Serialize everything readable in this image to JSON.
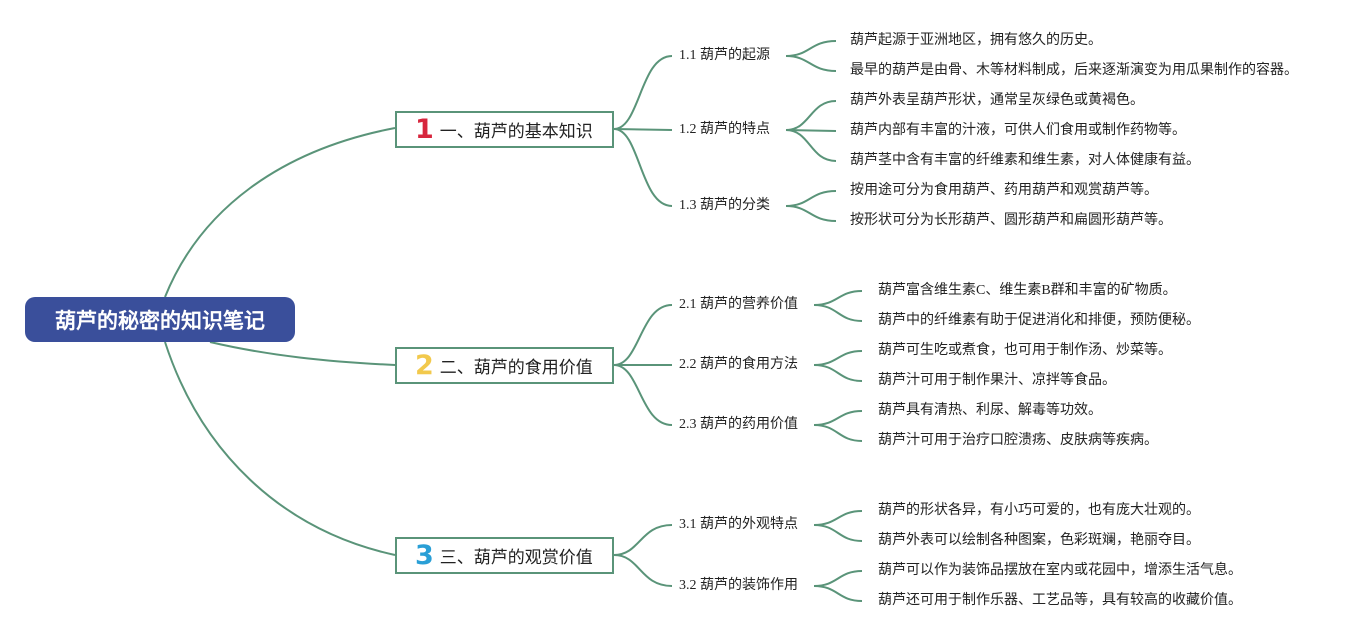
{
  "colors": {
    "line": "#5a9479",
    "root_bg": "#3a4f9b",
    "root_text": "#ffffff",
    "num1": "#d7263d",
    "num2": "#f2c94c",
    "num3": "#2a9fd6"
  },
  "root": {
    "label": "葫芦的秘密的知识笔记"
  },
  "branches": [
    {
      "num": "1",
      "label": "一、葫芦的基本知识",
      "subs": [
        {
          "label": "1.1 葫芦的起源",
          "leaves": [
            "葫芦起源于亚洲地区，拥有悠久的历史。",
            "最早的葫芦是由骨、木等材料制成，后来逐渐演变为用瓜果制作的容器。"
          ]
        },
        {
          "label": "1.2 葫芦的特点",
          "leaves": [
            "葫芦外表呈葫芦形状，通常呈灰绿色或黄褐色。",
            "葫芦内部有丰富的汁液，可供人们食用或制作药物等。",
            "葫芦茎中含有丰富的纤维素和维生素，对人体健康有益。"
          ]
        },
        {
          "label": "1.3 葫芦的分类",
          "leaves": [
            "按用途可分为食用葫芦、药用葫芦和观赏葫芦等。",
            "按形状可分为长形葫芦、圆形葫芦和扁圆形葫芦等。"
          ]
        }
      ]
    },
    {
      "num": "2",
      "label": "二、葫芦的食用价值",
      "subs": [
        {
          "label": "2.1 葫芦的营养价值",
          "leaves": [
            "葫芦富含维生素C、维生素B群和丰富的矿物质。",
            "葫芦中的纤维素有助于促进消化和排便，预防便秘。"
          ]
        },
        {
          "label": "2.2 葫芦的食用方法",
          "leaves": [
            "葫芦可生吃或煮食，也可用于制作汤、炒菜等。",
            "葫芦汁可用于制作果汁、凉拌等食品。"
          ]
        },
        {
          "label": "2.3 葫芦的药用价值",
          "leaves": [
            "葫芦具有清热、利尿、解毒等功效。",
            "葫芦汁可用于治疗口腔溃疡、皮肤病等疾病。"
          ]
        }
      ]
    },
    {
      "num": "3",
      "label": "三、葫芦的观赏价值",
      "subs": [
        {
          "label": "3.1 葫芦的外观特点",
          "leaves": [
            "葫芦的形状各异，有小巧可爱的，也有庞大壮观的。",
            "葫芦外表可以绘制各种图案，色彩斑斓，艳丽夺目。"
          ]
        },
        {
          "label": "3.2 葫芦的装饰作用",
          "leaves": [
            "葫芦可以作为装饰品摆放在室内或花园中，增添生活气息。",
            "葫芦还可用于制作乐器、工艺品等，具有较高的收藏价值。"
          ]
        }
      ]
    }
  ]
}
